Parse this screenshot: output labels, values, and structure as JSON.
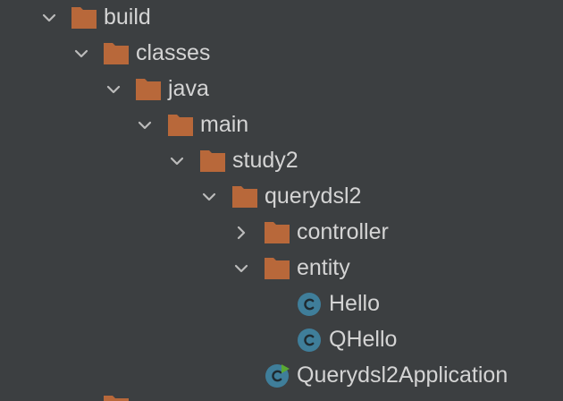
{
  "tree": [
    {
      "label": "build",
      "icon": "folder-icon",
      "expander": "expanded"
    },
    {
      "label": "classes",
      "icon": "folder-icon",
      "expander": "expanded"
    },
    {
      "label": "java",
      "icon": "folder-icon",
      "expander": "expanded"
    },
    {
      "label": "main",
      "icon": "folder-icon",
      "expander": "expanded"
    },
    {
      "label": "study2",
      "icon": "folder-icon",
      "expander": "expanded"
    },
    {
      "label": "querydsl2",
      "icon": "folder-icon",
      "expander": "expanded"
    },
    {
      "label": "controller",
      "icon": "folder-icon",
      "expander": "collapsed"
    },
    {
      "label": "entity",
      "icon": "folder-icon",
      "expander": "expanded"
    },
    {
      "label": "Hello",
      "icon": "java-class-icon",
      "expander": "none"
    },
    {
      "label": "QHello",
      "icon": "java-class-icon",
      "expander": "none"
    },
    {
      "label": "Querydsl2Application",
      "icon": "java-runnable-class-icon",
      "expander": "none"
    }
  ],
  "colors": {
    "background": "#3c3f41",
    "text": "#d4d4d4",
    "chevron": "#bbbbbb",
    "folder": "#b8683a",
    "class_circle": "#3f7e9a",
    "run_badge": "#5aa832"
  }
}
